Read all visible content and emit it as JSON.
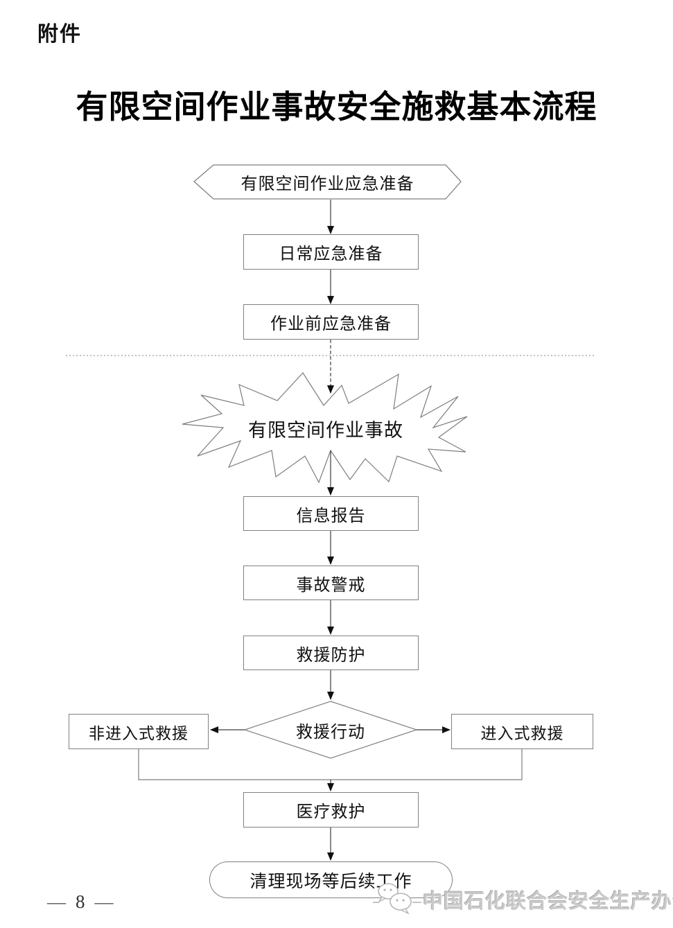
{
  "page": {
    "attachment_label": "附件",
    "title": "有限空间作业事故安全施救基本流程",
    "footer": {
      "left_dash": "—",
      "page_number": "8",
      "right_dash": "—"
    },
    "watermark": {
      "icon": "wechat-logo",
      "text": "中国石化联合会安全生产办公室"
    }
  },
  "flowchart": {
    "nodes": {
      "emergency_prep": {
        "shape": "hexagon",
        "label": "有限空间作业应急准备"
      },
      "daily_prep": {
        "shape": "rectangle",
        "label": "日常应急准备"
      },
      "prework_prep": {
        "shape": "rectangle",
        "label": "作业前应急准备"
      },
      "accident": {
        "shape": "starburst",
        "label": "有限空间作业事故"
      },
      "info_report": {
        "shape": "rectangle",
        "label": "信息报告"
      },
      "accident_alert": {
        "shape": "rectangle",
        "label": "事故警戒"
      },
      "rescue_protect": {
        "shape": "rectangle",
        "label": "救援防护"
      },
      "rescue_action": {
        "shape": "diamond",
        "label": "救援行动"
      },
      "non_entry": {
        "shape": "rectangle",
        "label": "非进入式救援"
      },
      "entry": {
        "shape": "rectangle",
        "label": "进入式救援"
      },
      "medical": {
        "shape": "rectangle",
        "label": "医疗救护"
      },
      "cleanup": {
        "shape": "rounded",
        "label": "清理现场等后续工作"
      }
    },
    "colors": {
      "box_border": "#808080",
      "connector_line": "#3c3c3c",
      "arrowhead": "#101010",
      "text": "#111111",
      "divider": "#9a9a9a",
      "watermark": "#c9c9c9"
    }
  }
}
